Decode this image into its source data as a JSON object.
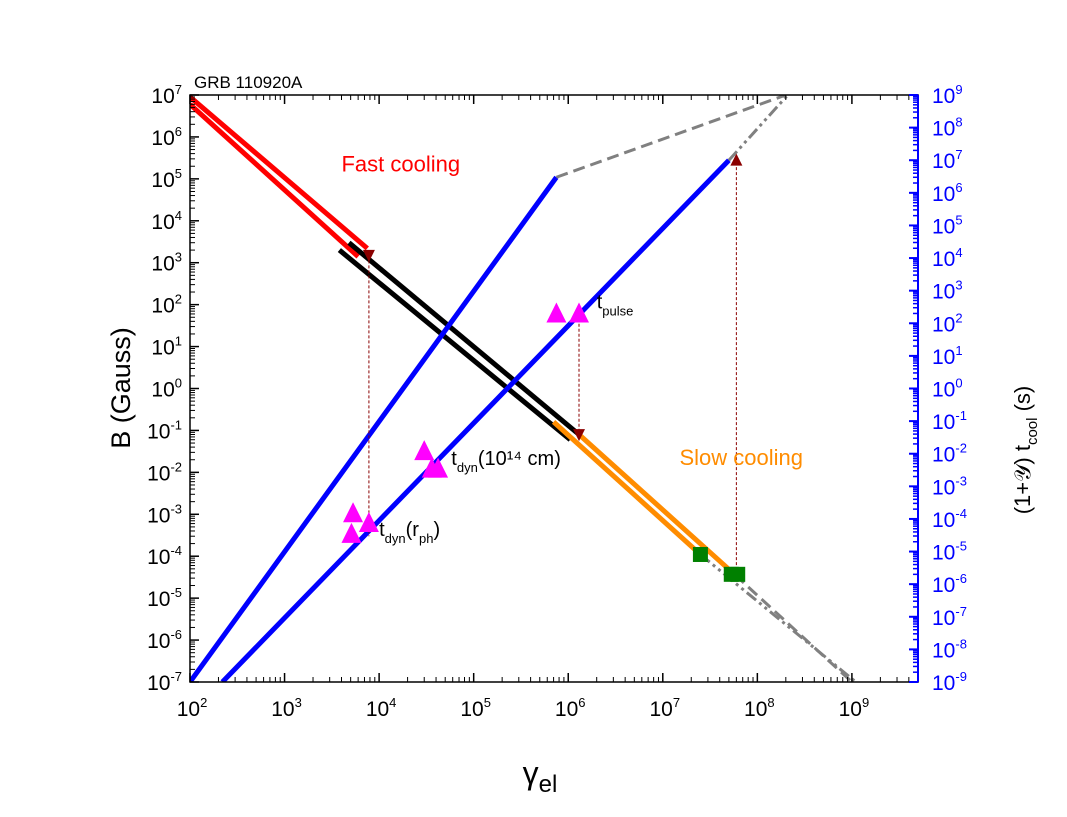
{
  "chart_data": {
    "type": "line",
    "title": "GRB 110920A",
    "xlabel": "γ",
    "xlabel_sub": "el",
    "ylabel": "B (Gauss)",
    "y2label": "(1+𝒴) t",
    "y2label_sub": "cool",
    "y2label_tail": " (s)",
    "x_scale": "log",
    "y_scale": "log",
    "xlim": [
      100,
      5000000000
    ],
    "ylim": [
      1e-07,
      10000000.0
    ],
    "y2lim": [
      1e-09,
      1000000000.0
    ],
    "x_ticks": [
      {
        "value": 100,
        "base": "10",
        "exp": "2"
      },
      {
        "value": 1000,
        "base": "10",
        "exp": "3"
      },
      {
        "value": 10000,
        "base": "10",
        "exp": "4"
      },
      {
        "value": 100000,
        "base": "10",
        "exp": "5"
      },
      {
        "value": 1000000,
        "base": "10",
        "exp": "6"
      },
      {
        "value": 10000000,
        "base": "10",
        "exp": "7"
      },
      {
        "value": 100000000,
        "base": "10",
        "exp": "8"
      },
      {
        "value": 1000000000,
        "base": "10",
        "exp": "9"
      }
    ],
    "y_ticks": [
      {
        "value": 1e-07,
        "base": "10",
        "exp": "-7"
      },
      {
        "value": 1e-06,
        "base": "10",
        "exp": "-6"
      },
      {
        "value": 1e-05,
        "base": "10",
        "exp": "-5"
      },
      {
        "value": 0.0001,
        "base": "10",
        "exp": "-4"
      },
      {
        "value": 0.001,
        "base": "10",
        "exp": "-3"
      },
      {
        "value": 0.01,
        "base": "10",
        "exp": "-2"
      },
      {
        "value": 0.1,
        "base": "10",
        "exp": "-1"
      },
      {
        "value": 1,
        "base": "10",
        "exp": "0"
      },
      {
        "value": 10,
        "base": "10",
        "exp": "1"
      },
      {
        "value": 100,
        "base": "10",
        "exp": "2"
      },
      {
        "value": 1000,
        "base": "10",
        "exp": "3"
      },
      {
        "value": 10000,
        "base": "10",
        "exp": "4"
      },
      {
        "value": 100000,
        "base": "10",
        "exp": "5"
      },
      {
        "value": 1000000,
        "base": "10",
        "exp": "6"
      },
      {
        "value": 10000000,
        "base": "10",
        "exp": "7"
      }
    ],
    "y2_ticks": [
      {
        "value": 1e-09,
        "base": "10",
        "exp": "-9"
      },
      {
        "value": 1e-08,
        "base": "10",
        "exp": "-8"
      },
      {
        "value": 1e-07,
        "base": "10",
        "exp": "-7"
      },
      {
        "value": 1e-06,
        "base": "10",
        "exp": "-6"
      },
      {
        "value": 1e-05,
        "base": "10",
        "exp": "-5"
      },
      {
        "value": 0.0001,
        "base": "10",
        "exp": "-4"
      },
      {
        "value": 0.001,
        "base": "10",
        "exp": "-3"
      },
      {
        "value": 0.01,
        "base": "10",
        "exp": "-2"
      },
      {
        "value": 0.1,
        "base": "10",
        "exp": "-1"
      },
      {
        "value": 1,
        "base": "10",
        "exp": "0"
      },
      {
        "value": 10,
        "base": "10",
        "exp": "1"
      },
      {
        "value": 100,
        "base": "10",
        "exp": "2"
      },
      {
        "value": 1000,
        "base": "10",
        "exp": "3"
      },
      {
        "value": 10000,
        "base": "10",
        "exp": "4"
      },
      {
        "value": 100000,
        "base": "10",
        "exp": "5"
      },
      {
        "value": 1000000,
        "base": "10",
        "exp": "6"
      },
      {
        "value": 10000000,
        "base": "10",
        "exp": "7"
      },
      {
        "value": 100000000,
        "base": "10",
        "exp": "8"
      },
      {
        "value": 1000000000,
        "base": "10",
        "exp": "9"
      }
    ],
    "series": [
      {
        "axis": "y",
        "color": "#ff0000",
        "dash": "",
        "x": [
          100,
          7500
        ],
        "y": [
          9000000,
          2200
        ]
      },
      {
        "axis": "y",
        "color": "#ff0000",
        "dash": "",
        "x": [
          100,
          6000
        ],
        "y": [
          6000000,
          1400
        ]
      },
      {
        "axis": "y",
        "color": "#000000",
        "dash": "",
        "x": [
          4800,
          1300000
        ],
        "y": [
          3000,
          0.08
        ]
      },
      {
        "axis": "y",
        "color": "#000000",
        "dash": "",
        "x": [
          3800,
          1050000
        ],
        "y": [
          2000,
          0.06
        ]
      },
      {
        "axis": "y",
        "color": "#ff8c00",
        "dash": "",
        "x": [
          1300000,
          58000000
        ],
        "y": [
          0.08,
          3.6e-05
        ]
      },
      {
        "axis": "y",
        "color": "#ff8c00",
        "dash": "",
        "x": [
          700000,
          25000000
        ],
        "y": [
          0.16,
          0.00011
        ]
      },
      {
        "axis": "y",
        "color": "#808080",
        "dash": "12,6",
        "x": [
          58000000,
          1000000000
        ],
        "y": [
          3.6e-05,
          1e-07
        ]
      },
      {
        "axis": "y",
        "color": "#808080",
        "dash": "12,4,3,4,3,4",
        "x": [
          25000000,
          1100000000
        ],
        "y": [
          0.00011,
          1e-07
        ]
      },
      {
        "axis": "y2",
        "color": "#0000ff",
        "dash": "",
        "x": [
          100,
          750000
        ],
        "y": [
          1e-09,
          3000000
        ]
      },
      {
        "axis": "y2",
        "color": "#0000ff",
        "dash": "",
        "x": [
          220,
          50000000
        ],
        "y": [
          1e-09,
          10000000
        ]
      },
      {
        "axis": "y2",
        "color": "#808080",
        "dash": "12,6",
        "x": [
          750000,
          200000000
        ],
        "y": [
          3000000,
          1000000000
        ]
      },
      {
        "axis": "y2",
        "color": "#808080",
        "dash": "12,4,3,4,3,4",
        "x": [
          50000000,
          210000000
        ],
        "y": [
          10000000,
          1000000000
        ]
      }
    ],
    "markers": [
      {
        "x": 5300,
        "y2": 0.00015,
        "shape": "triangle-up",
        "color": "#ff00ff",
        "size": 20
      },
      {
        "x": 5100,
        "y2": 3.5e-05,
        "shape": "triangle-up",
        "color": "#ff00ff",
        "size": 20
      },
      {
        "x": 7800,
        "y2": 7.5e-05,
        "shape": "triangle-up",
        "color": "#ff00ff",
        "size": 20
      },
      {
        "x": 30000,
        "y2": 0.012,
        "shape": "triangle-up",
        "color": "#ff00ff",
        "size": 20
      },
      {
        "x": 36000,
        "y2": 0.0035,
        "shape": "triangle-up",
        "color": "#ff00ff",
        "size": 20
      },
      {
        "x": 42000,
        "y2": 0.0035,
        "shape": "triangle-up",
        "color": "#ff00ff",
        "size": 20
      },
      {
        "x": 750000,
        "y2": 200,
        "shape": "triangle-up",
        "color": "#ff00ff",
        "size": 20
      },
      {
        "x": 1300000,
        "y2": 200,
        "shape": "triangle-up",
        "color": "#ff00ff",
        "size": 20
      },
      {
        "x": 7800,
        "y": 1500,
        "shape": "triangle-down",
        "color": "#8b0000",
        "size": 12
      },
      {
        "x": 1300000,
        "y": 0.08,
        "shape": "triangle-down",
        "color": "#8b0000",
        "size": 12
      },
      {
        "x": 60000000,
        "y2": 10000000,
        "shape": "triangle-up",
        "color": "#8b0000",
        "size": 12
      },
      {
        "x": 25000000,
        "y": 0.00011,
        "shape": "square",
        "color": "#008000",
        "size": 15
      },
      {
        "x": 53000000,
        "y": 3.7e-05,
        "shape": "square",
        "color": "#008000",
        "size": 15
      },
      {
        "x": 62000000,
        "y": 3.7e-05,
        "shape": "square",
        "color": "#008000",
        "size": 15
      }
    ],
    "droplines": [
      {
        "x": 7800,
        "y_from": 1500,
        "y_to": 0.0003
      },
      {
        "x": 1300000,
        "y_from": 80,
        "y_to": 0.08
      },
      {
        "x": 60000000,
        "y_from": 250000,
        "y_to": 3.7e-05
      }
    ],
    "annotations": [
      {
        "text": "Fast cooling",
        "sub": "",
        "tail": "",
        "x": 4000,
        "y": 150000,
        "color": "#ff0000",
        "size": 22
      },
      {
        "text": "Slow cooling",
        "sub": "",
        "tail": "",
        "x": 15000000,
        "y": 0.015,
        "color": "#ff8c00",
        "size": 22
      },
      {
        "text": "t",
        "sub": "pulse",
        "tail": "",
        "x": 2000000,
        "y": 80,
        "color": "#000000",
        "size": 20
      },
      {
        "text": "t",
        "sub": "dyn",
        "tail": "(10¹⁴ cm)",
        "x": 58000,
        "y": 0.015,
        "color": "#000000",
        "size": 20
      },
      {
        "text": "t",
        "sub": "dyn",
        "tail": "(r",
        "sub2": "ph",
        "tail2": ")",
        "x": 10000,
        "y": 0.0003,
        "color": "#000000",
        "size": 20
      }
    ]
  }
}
